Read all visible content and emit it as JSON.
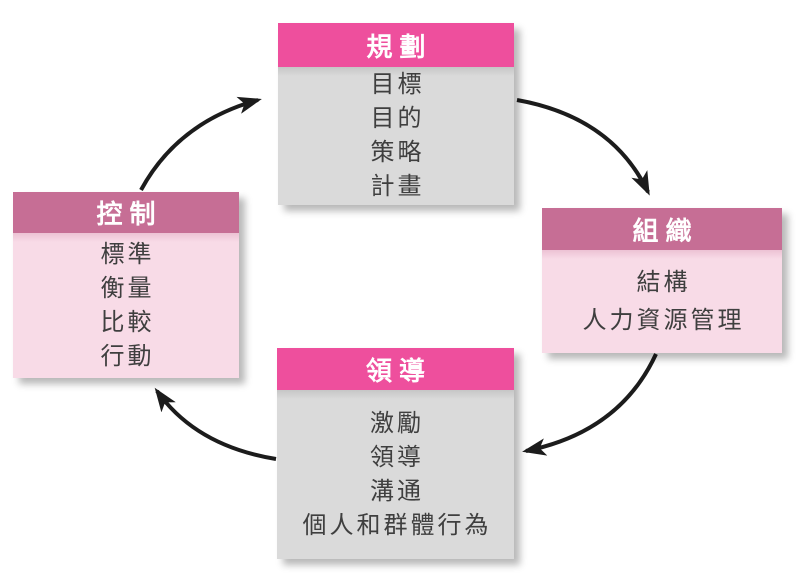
{
  "diagram": {
    "boxes": {
      "planning": {
        "title": "規劃",
        "items": [
          "目標",
          "目的",
          "策略",
          "計畫"
        ]
      },
      "organizing": {
        "title": "組織",
        "items": [
          "結構",
          "人力資源管理"
        ]
      },
      "leading": {
        "title": "領導",
        "items": [
          "激勵",
          "領導",
          "溝通",
          "個人和群體行為"
        ]
      },
      "controlling": {
        "title": "控制",
        "items": [
          "標準",
          "衡量",
          "比較",
          "行動"
        ]
      }
    },
    "arrows": [
      {
        "from": "controlling",
        "to": "planning"
      },
      {
        "from": "planning",
        "to": "organizing"
      },
      {
        "from": "organizing",
        "to": "leading"
      },
      {
        "from": "leading",
        "to": "controlling"
      }
    ],
    "colors": {
      "header_bright_pink": "#ee4f9d",
      "header_mauve": "#c66e95",
      "body_gray": "#dadada",
      "body_light_pink": "#f8dbe7",
      "body_text": "#3f3f3f",
      "header_text": "#ffffff",
      "arrow": "#1c1c1c"
    }
  }
}
